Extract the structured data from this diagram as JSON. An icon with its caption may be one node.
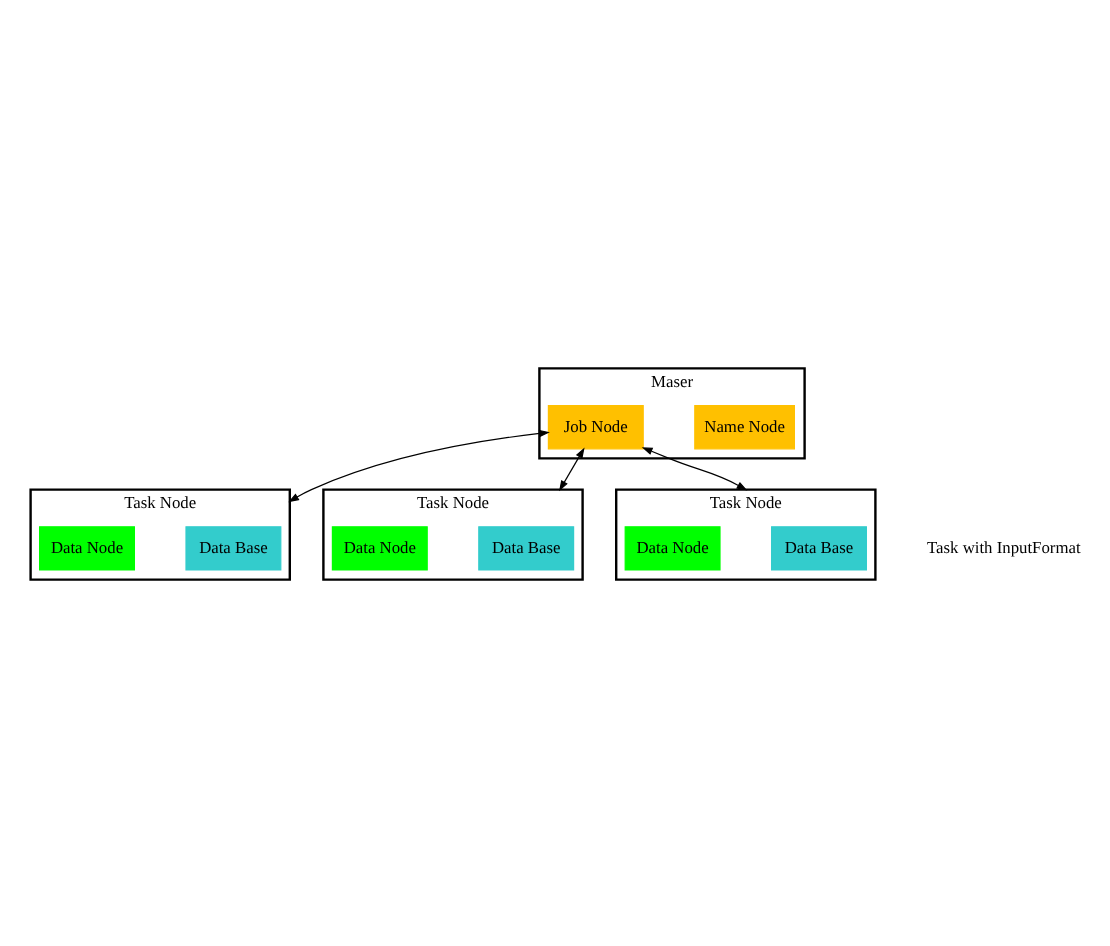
{
  "diagram": {
    "nodes": [
      {
        "text": [
          "Maser"
        ]
      },
      {
        "text": [
          "Name Node"
        ],
        "in": 0
      },
      {
        "text": [
          "Job Node"
        ],
        "in": 0
      },
      {
        "text": [
          "Task Node"
        ]
      },
      {
        "text": [
          "Data Base"
        ],
        "in": 3
      },
      {
        "text": [
          "Data Node"
        ],
        "in": 3
      },
      {
        "text": [
          "Task Node"
        ]
      },
      {
        "text": [
          "Data Base"
        ],
        "in": 6
      },
      {
        "text": [
          "Data Node"
        ],
        "in": 6
      },
      {
        "text": [
          "Task Node"
        ]
      },
      {
        "text": [
          "Data Base"
        ],
        "in": 9
      },
      {
        "text": [
          "Data Node"
        ],
        "in": 9
      }
    ],
    "edges": [
      {
        "from": 2,
        "to": 3,
        "arrow": "both"
      },
      {
        "from": 2,
        "to": 6,
        "arrow": "both"
      },
      {
        "from": 2,
        "to": 9,
        "arrow": "both"
      }
    ],
    "labels": [
      "Task with InputFormat"
    ]
  }
}
